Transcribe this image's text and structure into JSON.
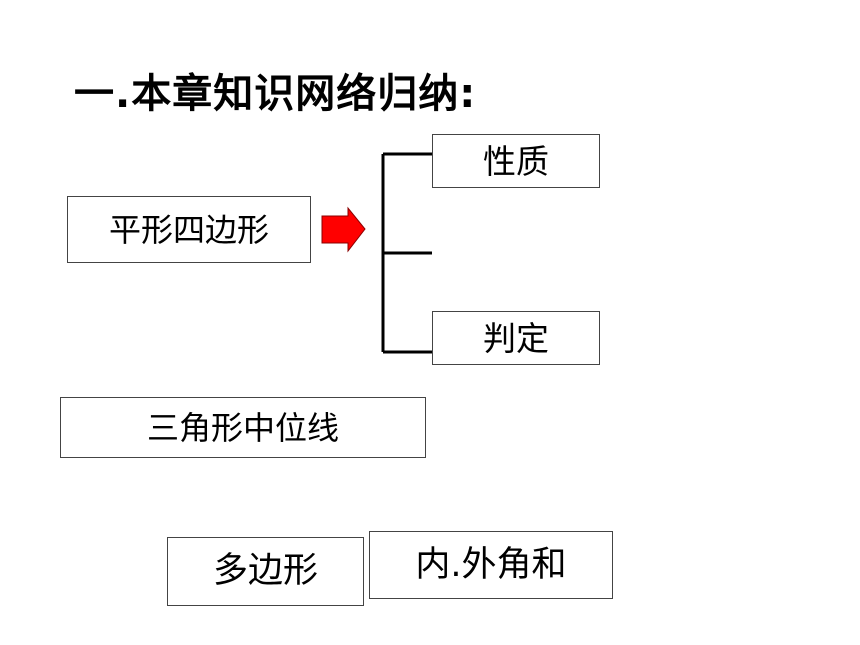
{
  "title": "一.本章知识网络归纳:",
  "nodes": {
    "parallelogram": "平形四边形",
    "properties": "性质",
    "criteria": "判定",
    "triangle_midline": "三角形中位线",
    "polygon": "多边形",
    "interior_exterior_angle_sum": "内.外角和"
  },
  "colors": {
    "arrow_fill": "#ff0000",
    "line": "#000000",
    "box_border": "#444444"
  },
  "icons": {
    "arrow": "right-arrow-icon"
  }
}
